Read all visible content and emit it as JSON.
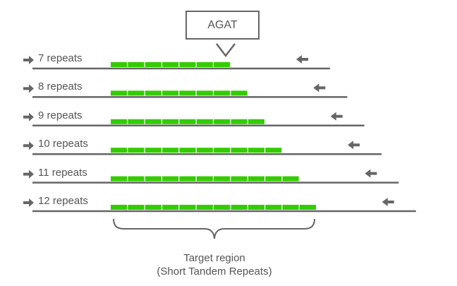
{
  "motif": "AGAT",
  "rows": [
    {
      "label": "7 repeats",
      "repeats": 7
    },
    {
      "label": "8 repeats",
      "repeats": 8
    },
    {
      "label": "9 repeats",
      "repeats": 9
    },
    {
      "label": "10 repeats",
      "repeats": 10
    },
    {
      "label": "11 repeats",
      "repeats": 11
    },
    {
      "label": "12 repeats",
      "repeats": 12
    }
  ],
  "caption": {
    "line1": "Target region",
    "line2": "(Short Tandem Repeats)"
  },
  "colors": {
    "repeat": "#33cc00",
    "line": "#666666",
    "arrow": "#666666"
  }
}
